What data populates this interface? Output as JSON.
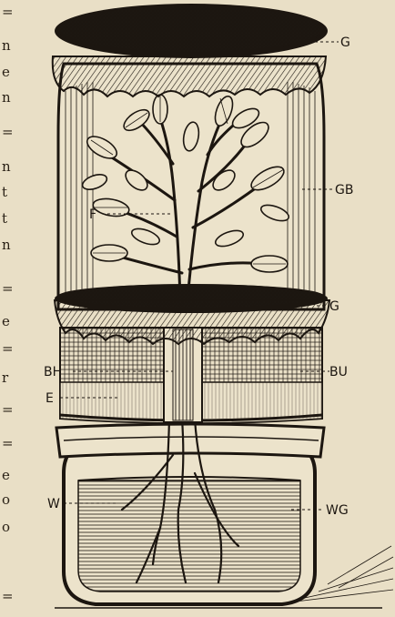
{
  "margin_text": [
    "=",
    "n",
    "e",
    "n",
    "=",
    "n",
    "t",
    "t",
    "n",
    "=",
    "e",
    "=",
    "r",
    "=",
    "=",
    "e",
    "o",
    "o",
    "="
  ],
  "labels": {
    "G_top": "G",
    "GB": "GB",
    "F": "F",
    "G_mid": "G",
    "BH": "BH",
    "BU": "BU",
    "E": "E",
    "W": "W",
    "WG": "WG"
  },
  "colors": {
    "paper": "#e9dfc6",
    "ink": "#1c1610"
  }
}
